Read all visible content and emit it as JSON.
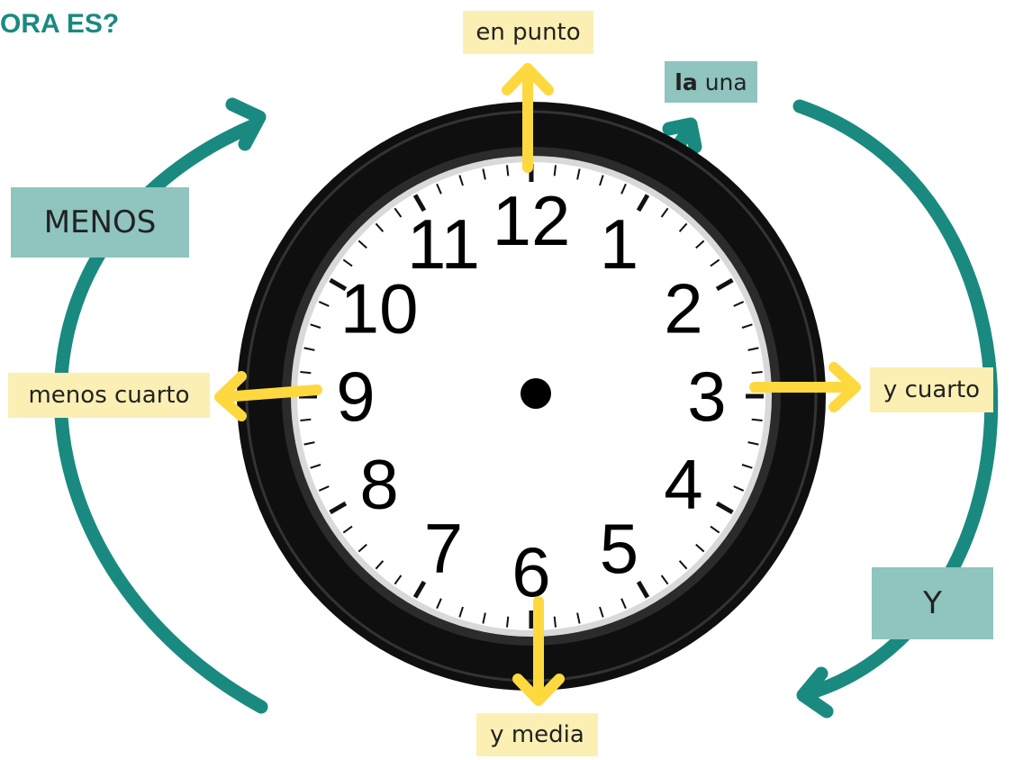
{
  "title": "ORA ES?",
  "labels": {
    "en_punto": "en punto",
    "la_una_prefix": "la",
    "la_una_suffix": "una",
    "y_cuarto": "y cuarto",
    "y_media": "y media",
    "menos_cuarto": "menos cuarto",
    "menos": "MENOS",
    "y": "Y"
  },
  "clock": {
    "numbers": [
      "12",
      "1",
      "2",
      "3",
      "4",
      "5",
      "6",
      "7",
      "8",
      "9",
      "10",
      "11"
    ]
  },
  "colors": {
    "teal": "#1a8a80",
    "teal_box": "#8fc4bf",
    "yellow_arrow": "#fdd93f",
    "yellow_box": "#fcefb4",
    "clock_rim": "#111111",
    "clock_face": "#ffffff"
  }
}
